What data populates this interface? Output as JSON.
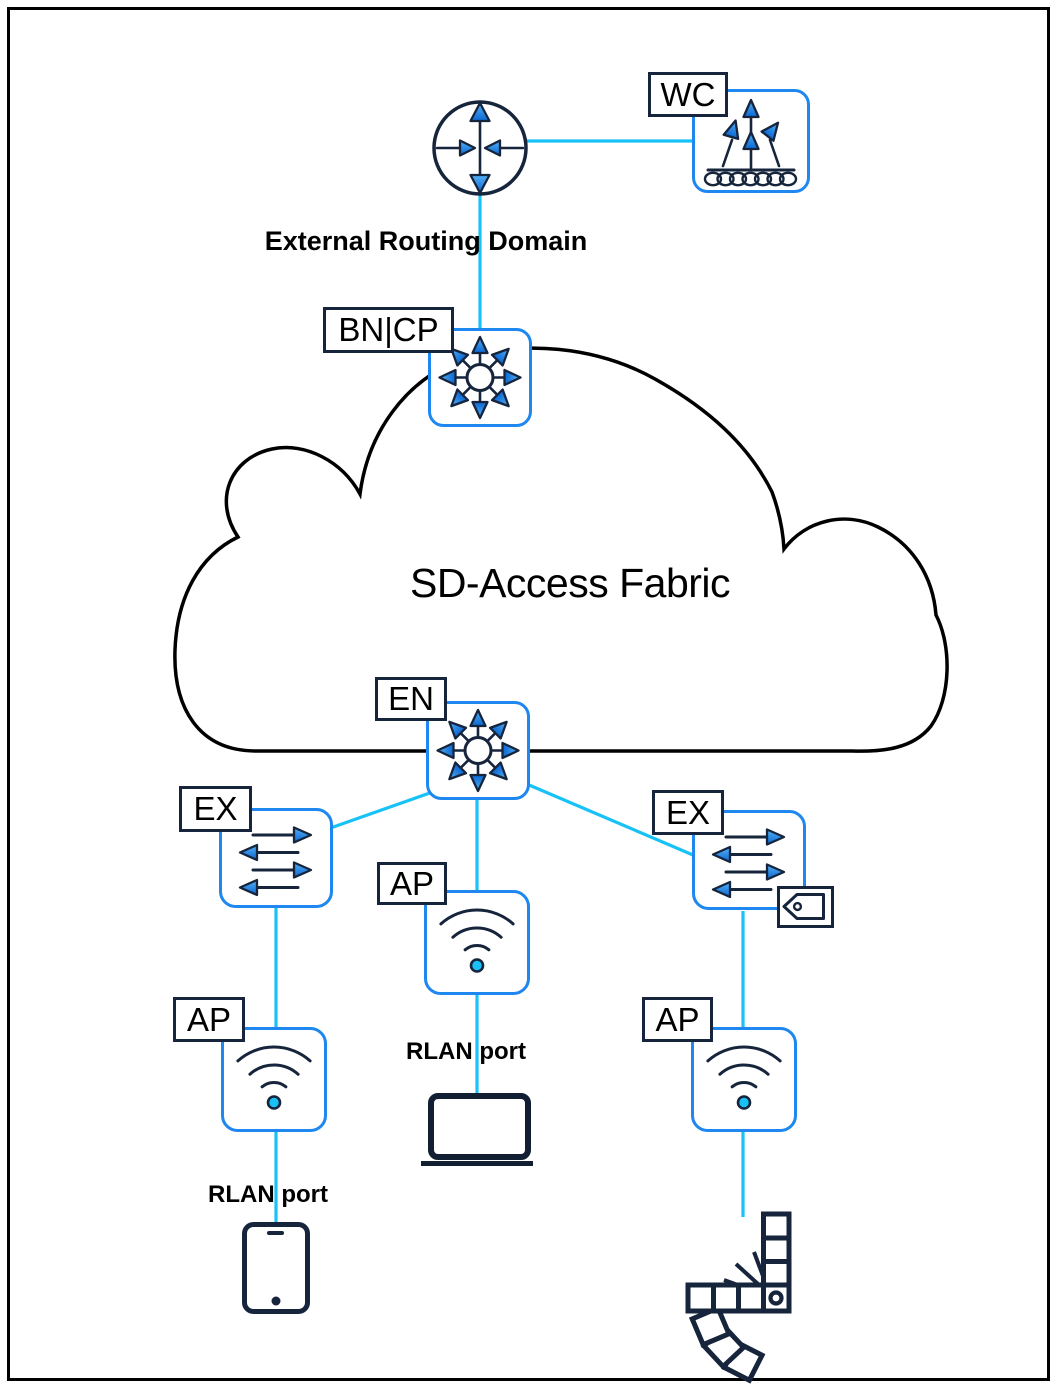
{
  "diagram": {
    "title": "SD-Access Fabric",
    "captions": {
      "external_routing_domain": "External Routing Domain",
      "rlan_port_middle": "RLAN port",
      "rlan_port_left": "RLAN port"
    },
    "node_labels": {
      "wc": "WC",
      "bncp": "BN|CP",
      "en": "EN",
      "ex_left": "EX",
      "ex_right": "EX",
      "ap_middle": "AP",
      "ap_left": "AP",
      "ap_right": "AP"
    },
    "icons": {
      "router": "router-icon",
      "wireless_controller": "wireless-controller-icon",
      "fabric_node": "fabric-node-icon",
      "extended_switch": "layer2-switch-icon",
      "access_point": "wifi-ap-icon",
      "policy_tag": "tag-icon",
      "laptop": "laptop-icon",
      "tablet": "tablet-icon",
      "swatch_device": "swatch-fan-icon"
    },
    "colors": {
      "link": "#18C2F7",
      "icon_border": "#1E87F0",
      "navy": "#16243C",
      "outline": "#000000",
      "arrow_light": "#54B1F6",
      "arrow_dark": "#0A67D2"
    }
  }
}
